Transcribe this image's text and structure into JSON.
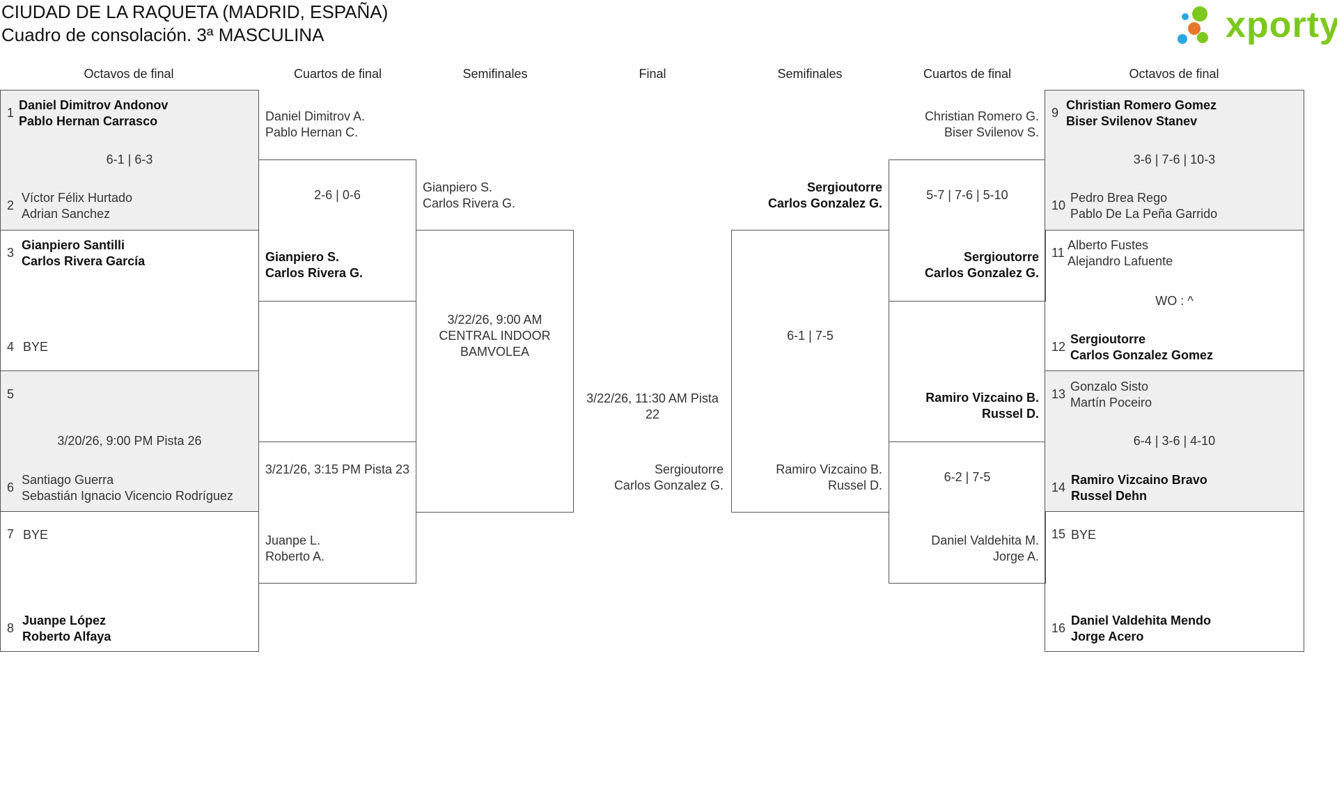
{
  "title": "CIUDAD DE LA RAQUETA (MADRID, ESPAÑA)",
  "subtitle": "Cuadro de consolación. 3ª MASCULINA",
  "logo": {
    "name": "xporty",
    "colors": [
      "#2aa7e0",
      "#e8762b",
      "#7dc81e"
    ]
  },
  "round_headers": {
    "left": [
      "Octavos de final",
      "Cuartos de final",
      "Semifinales"
    ],
    "center": "Final",
    "right": [
      "Semifinales",
      "Cuartos de final",
      "Octavos de final"
    ]
  },
  "left": {
    "r16": [
      {
        "seed_a": "1",
        "a1": "Daniel Dimitrov Andonov",
        "a2": "Pablo Hernan Carrasco",
        "score": "6-1 | 6-3",
        "seed_b": "2",
        "b1": "Víctor Félix Hurtado",
        "b2": "Adrian Sanchez"
      },
      {
        "seed_a": "3",
        "a1": "Gianpiero Santilli",
        "a2": "Carlos Rivera García",
        "score": "",
        "seed_b": "4",
        "b1": "BYE",
        "b2": ""
      },
      {
        "seed_a": "5",
        "a1": "",
        "a2": "",
        "score": "3/20/26, 9:00 PM Pista 26",
        "seed_b": "6",
        "b1": "Santiago Guerra",
        "b2": "Sebastián Ignacio Vicencio Rodríguez"
      },
      {
        "seed_a": "7",
        "a1": "BYE",
        "a2": "",
        "score": "",
        "seed_b": "8",
        "b1": "Juanpe López",
        "b2": "Roberto Alfaya"
      }
    ],
    "qf": [
      {
        "a1": "Daniel Dimitrov A.",
        "a2": "Pablo Hernan C.",
        "score": "2-6 | 0-6",
        "b1": "Gianpiero S.",
        "b2": "Carlos Rivera G."
      },
      {
        "a1": "",
        "a2": "",
        "score": "3/21/26, 3:15 PM Pista 23",
        "b1": "Juanpe L.",
        "b2": "Roberto A."
      }
    ],
    "sf": {
      "a1": "Gianpiero S.",
      "a2": "Carlos Rivera G.",
      "info": "3/22/26, 9:00 AM CENTRAL INDOOR BAMVOLEA"
    }
  },
  "final": {
    "info": "3/22/26, 11:30 AM Pista 22",
    "p1": "Sergioutorre",
    "p2": "Carlos Gonzalez G."
  },
  "right": {
    "sf": {
      "a1": "Sergioutorre",
      "a2": "Carlos Gonzalez G.",
      "score": "6-1 | 7-5",
      "b1": "Ramiro Vizcaino B.",
      "b2": "Russel D."
    },
    "qf": [
      {
        "a1": "Christian Romero G.",
        "a2": "Biser Svilenov S.",
        "score": "5-7 | 7-6 | 5-10",
        "b1": "Sergioutorre",
        "b2": "Carlos Gonzalez G."
      },
      {
        "a1": "Ramiro Vizcaino B.",
        "a2": "Russel D.",
        "score": "6-2 | 7-5",
        "b1": "Daniel Valdehita M.",
        "b2": "Jorge A."
      }
    ],
    "r16": [
      {
        "seed_a": "9",
        "a1": "Christian Romero Gomez",
        "a2": "Biser Svilenov Stanev",
        "score": "3-6 | 7-6 | 10-3",
        "seed_b": "10",
        "b1": "Pedro Brea Rego",
        "b2": "Pablo De La Peña Garrido"
      },
      {
        "seed_a": "11",
        "a1": "Alberto Fustes",
        "a2": "Alejandro Lafuente",
        "score": "WO : ^",
        "seed_b": "12",
        "b1": "Sergioutorre",
        "b2": "Carlos Gonzalez Gomez"
      },
      {
        "seed_a": "13",
        "a1": "Gonzalo Sisto",
        "a2": "Martín Poceiro",
        "score": "6-4 | 3-6 | 4-10",
        "seed_b": "14",
        "b1": "Ramiro Vizcaino Bravo",
        "b2": "Russel Dehn"
      },
      {
        "seed_a": "15",
        "a1": "BYE",
        "a2": "",
        "score": "",
        "seed_b": "16",
        "b1": "Daniel Valdehita Mendo",
        "b2": "Jorge Acero"
      }
    ]
  }
}
